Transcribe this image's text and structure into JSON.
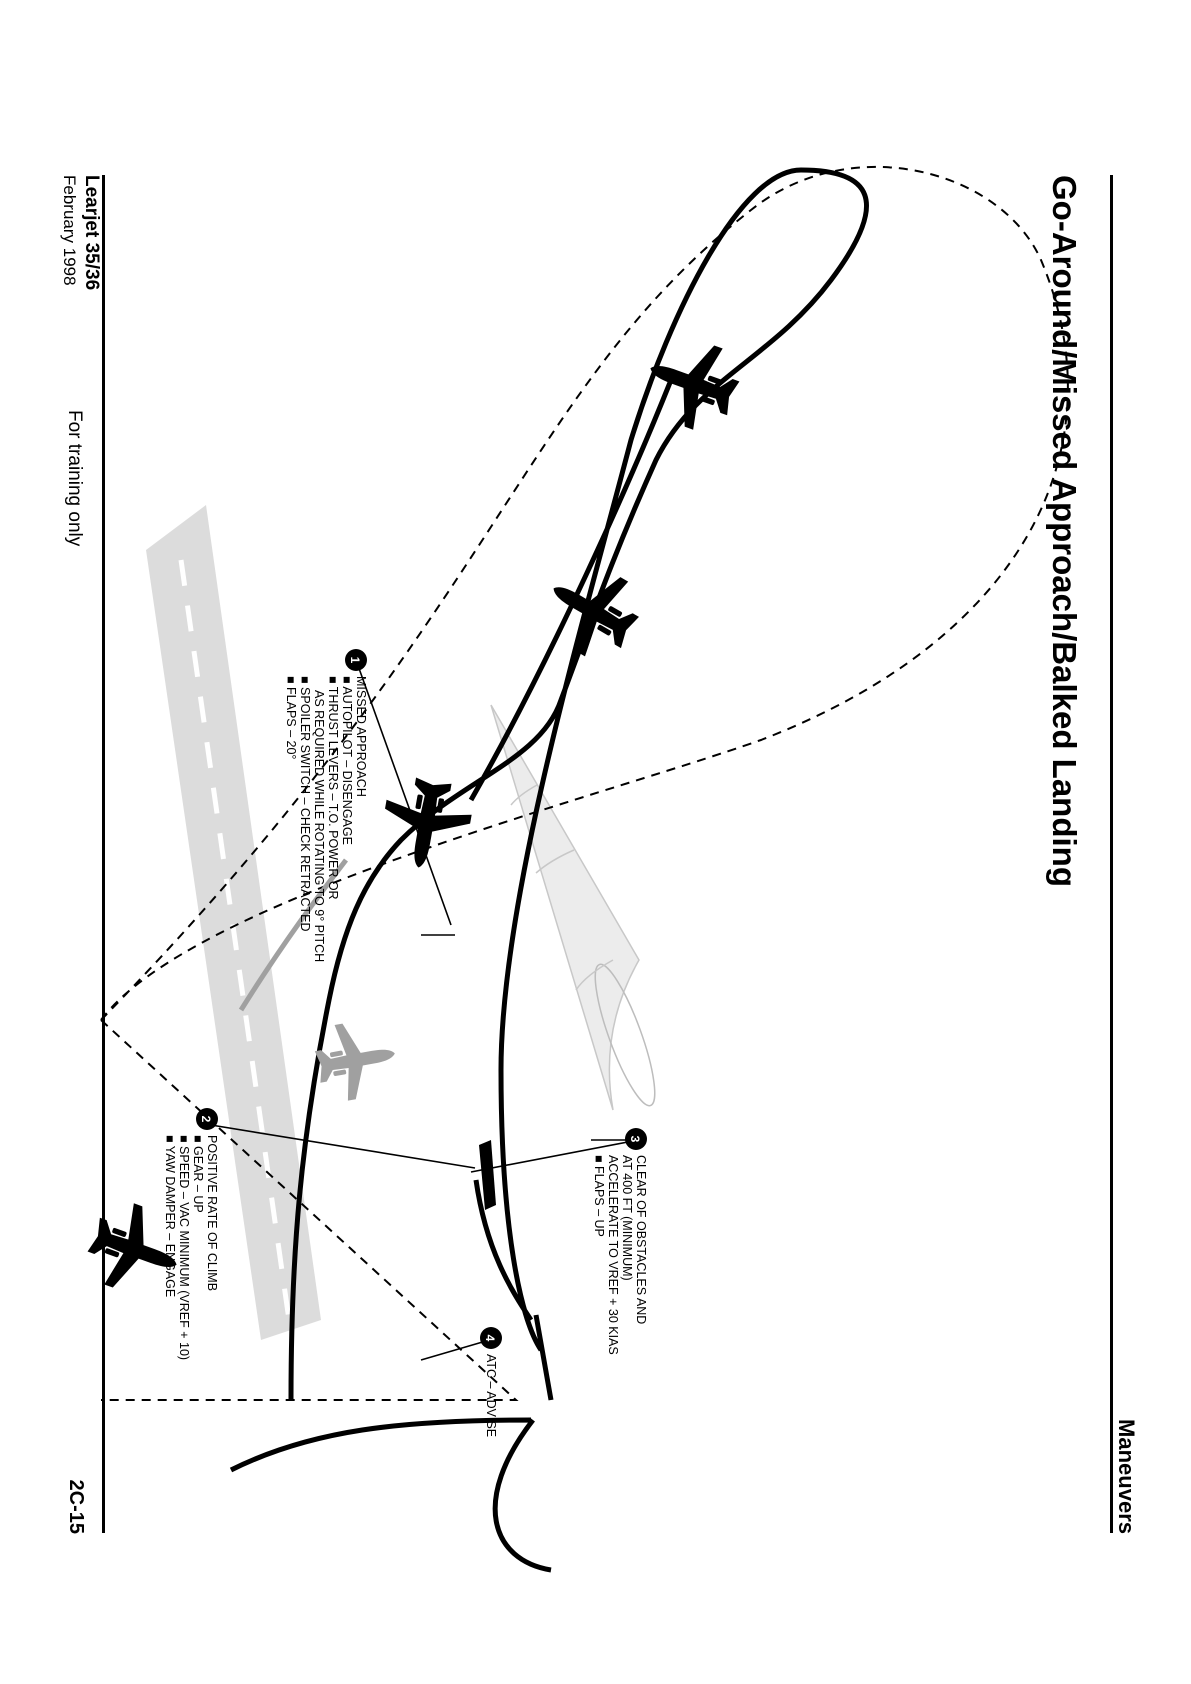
{
  "header": {
    "section": "Maneuvers",
    "title": "Go-Around/Missed Approach/Balked Landing"
  },
  "footer": {
    "model": "Learjet 35/36",
    "date": "February 1998",
    "note": "For training only",
    "page": "2C-15"
  },
  "callouts": [
    {
      "number": "1",
      "lines": [
        "MISSED APPROACH",
        "■ AUTOPILOT – DISENGAGE",
        "■ THRUST LEVERS – T.O. POWER OR",
        "AS REQUIRED WHILE ROTATING TO 9° PITCH",
        "■ SPOILER SWITCH – CHECK RETRACTED",
        "■ FLAPS – 20°"
      ]
    },
    {
      "number": "2",
      "lines": [
        "POSITIVE RATE OF CLIMB",
        "■ GEAR – UP",
        "■ SPEED – VAC MINIMUM (VREF + 10)",
        "■ YAW DAMPER – ENGAGE"
      ]
    },
    {
      "number": "3",
      "lines": [
        "CLEAR OF OBSTACLES AND",
        "AT 400 FT (MINIMUM)",
        "ACCELERATE TO VREF + 30 KIAS",
        "■ FLAPS – UP"
      ]
    },
    {
      "number": "4",
      "lines": [
        "ATC – ADVISE"
      ]
    }
  ],
  "icons": [
    "aircraft-silhouette-icon",
    "runway-icon",
    "marker-beacon-cone-icon",
    "callout-number-icon"
  ],
  "colors": {
    "ink": "#000000",
    "ghost": "#a0a0a0",
    "runway": "#dcdcdc",
    "cone": "#e9e9e9"
  }
}
